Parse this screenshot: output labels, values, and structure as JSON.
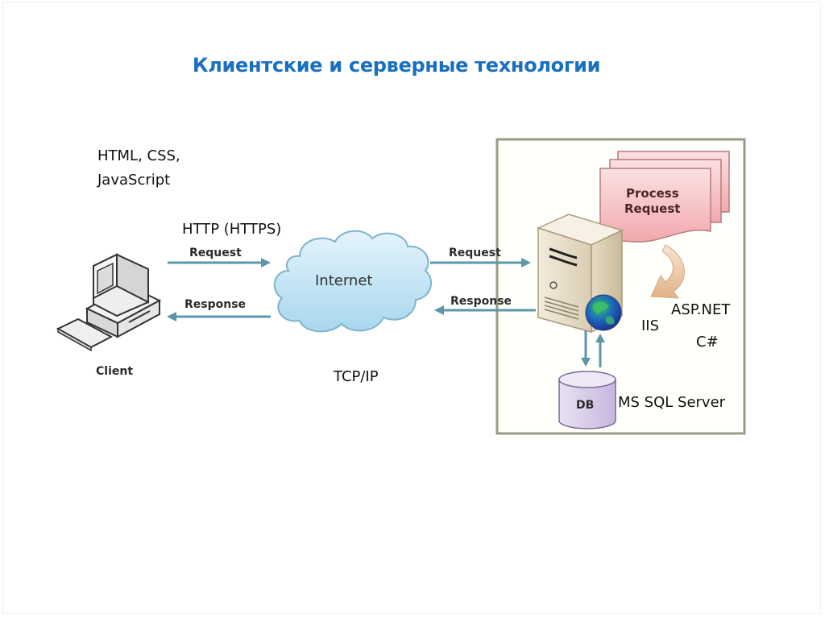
{
  "slide": {
    "title": "Клиентские и серверные технологии"
  },
  "client_side": {
    "technologies_line1": "HTML, CSS,",
    "technologies_line2": "JavaScript",
    "protocol": "HTTP (HTTPS)",
    "client_label": "Client"
  },
  "network": {
    "cloud_label": "Internet",
    "transport": "TCP/IP",
    "left_request": "Request",
    "left_response": "Response",
    "right_request": "Request",
    "right_response": "Response"
  },
  "server_side": {
    "process_label_line1": "Process",
    "process_label_line2": "Request",
    "web_server": "IIS",
    "framework": "ASP.NET",
    "language": "C#",
    "db_label": "DB",
    "database": "MS SQL Server"
  },
  "colors": {
    "title": "#1a6fbf",
    "arrow": "#5b97a8",
    "cloud_fill": "#c9e8f6",
    "cloud_stroke": "#7fb3cc",
    "process_fill": "#f6c2c4",
    "server_frame": "#9a9a86",
    "db_fill": "#d9cfe8"
  }
}
